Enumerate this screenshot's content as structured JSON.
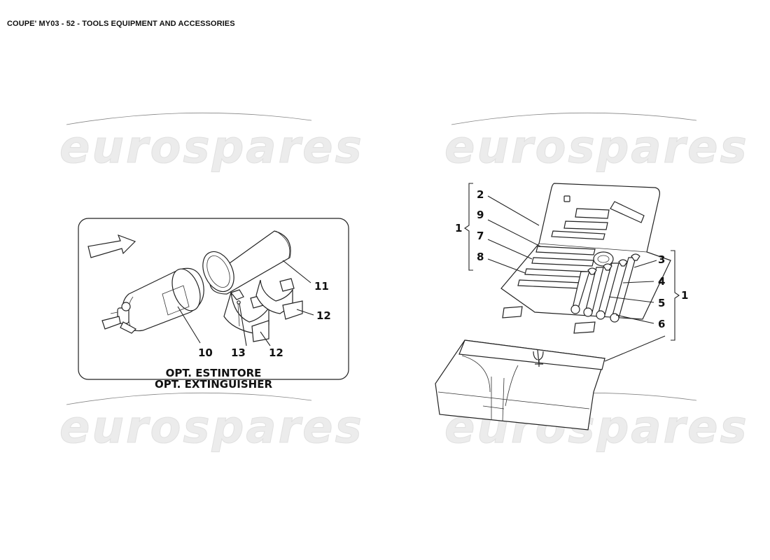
{
  "header": {
    "title": "COUPE' MY03 - 52 - TOOLS EQUIPMENT AND ACCESSORIES"
  },
  "watermark": {
    "text": "eurospares"
  },
  "extinguisher_panel": {
    "caption_line1": "OPT. ESTINTORE",
    "caption_line2": "OPT. EXTINGUISHER",
    "callouts": {
      "c10": "10",
      "c11": "11",
      "c12a": "12",
      "c12b": "12",
      "c13": "13"
    }
  },
  "toolkit": {
    "callouts": {
      "c2": "2",
      "c9": "9",
      "c7": "7",
      "c8": "8",
      "c3": "3",
      "c4": "4",
      "c5": "5",
      "c6": "6",
      "bracket_left": "1",
      "bracket_right": "1"
    }
  }
}
